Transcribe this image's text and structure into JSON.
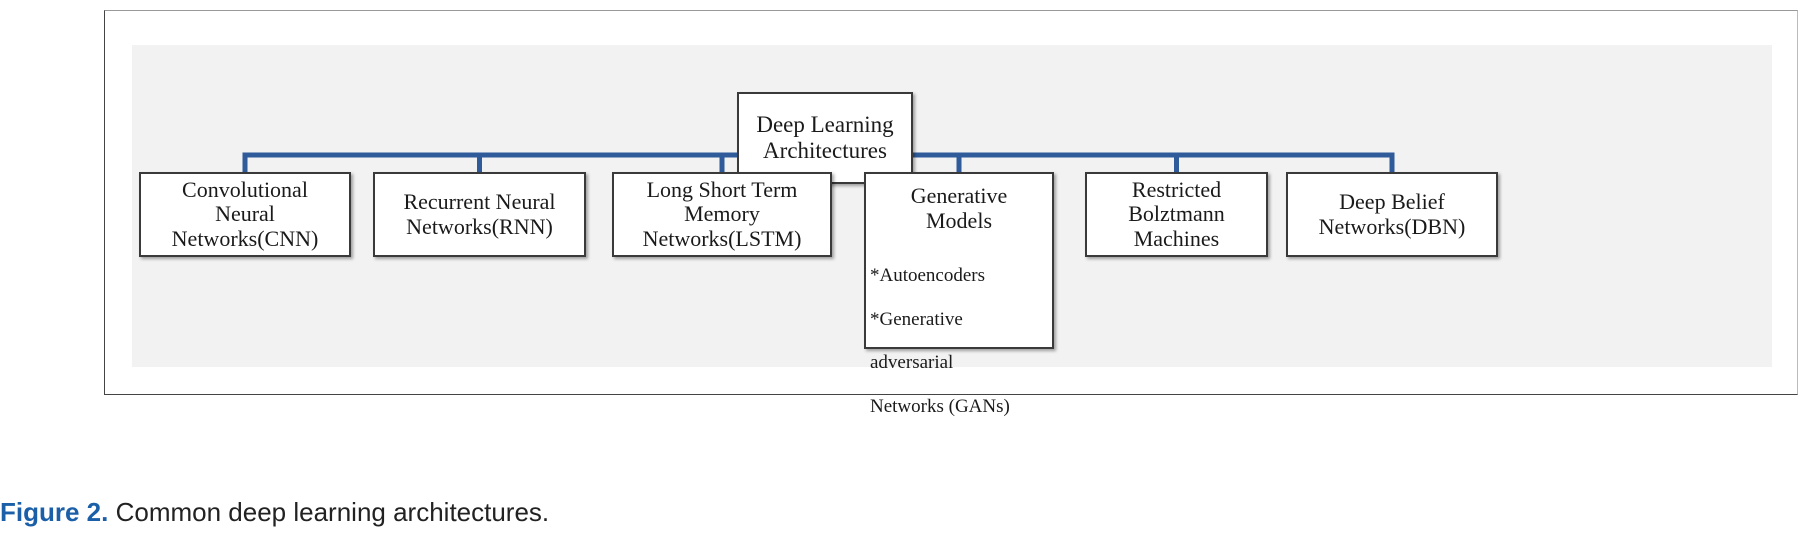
{
  "diagram": {
    "root": {
      "lines": [
        "Deep Learning",
        "Architectures"
      ]
    },
    "children": [
      {
        "lines": [
          "Convolutional",
          "Neural",
          "Networks(CNN)"
        ]
      },
      {
        "lines": [
          "Recurrent Neural",
          "Networks(RNN)"
        ]
      },
      {
        "lines": [
          "Long Short Term",
          "Memory",
          "Networks(LSTM)"
        ]
      },
      {
        "lines": [
          "Generative",
          "Models"
        ],
        "items": [
          "*Autoencoders",
          "*Generative",
          "adversarial",
          "Networks (GANs)"
        ]
      },
      {
        "lines": [
          "Restricted",
          "Bolztmann",
          "Machines"
        ]
      },
      {
        "lines": [
          "Deep Belief",
          "Networks(DBN)"
        ]
      }
    ],
    "connector_color": "#2f5b9a"
  },
  "caption": {
    "label": "Figure 2.",
    "text": "Common deep learning architectures."
  }
}
